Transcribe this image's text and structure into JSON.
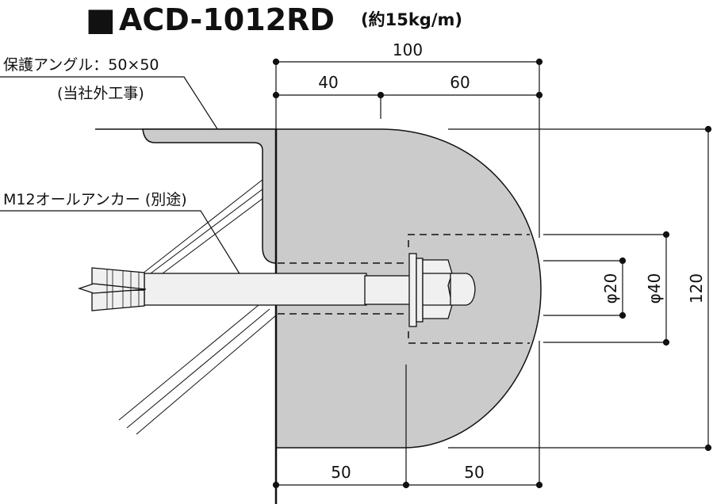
{
  "title": {
    "square": "■",
    "model": "ACD-1012RD",
    "weight": "(約15kg/m)"
  },
  "labels": {
    "angle": "保護アングル：50×50",
    "angle_note": "(当社外工事)",
    "anchor": "M12オールアンカー (別途)"
  },
  "dimensions": {
    "total_width": "100",
    "left_top": "40",
    "right_top": "60",
    "height": "120",
    "bottom_left": "50",
    "bottom_right": "50",
    "hole_small": "φ20",
    "hole_large": "φ40"
  },
  "colors": {
    "block": "#cbcbcb",
    "anchor": "#f0f0f0",
    "line": "#111111"
  }
}
